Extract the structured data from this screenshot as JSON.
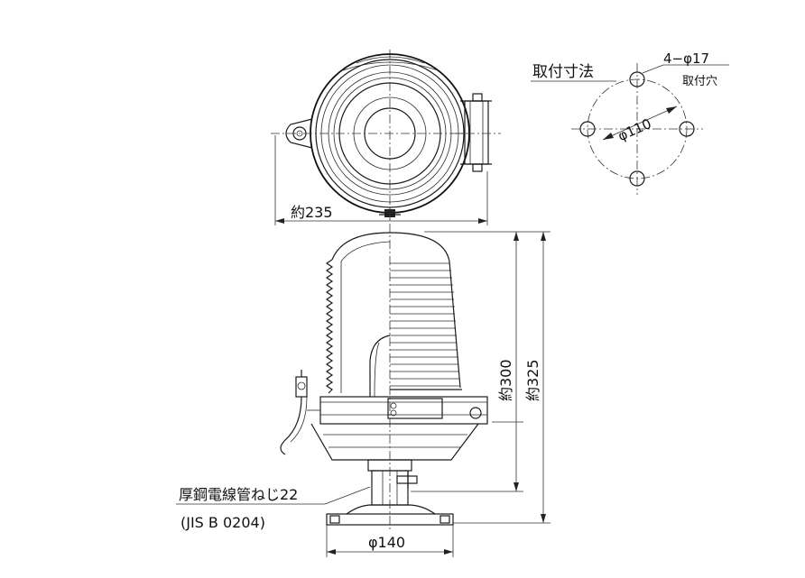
{
  "mounting": {
    "title": "取付寸法",
    "hole_spec": "4−φ17",
    "hole_note": "取付穴",
    "pcd": "φ110"
  },
  "dimensions": {
    "top_width": "約235",
    "height_300": "約300",
    "height_325": "約325",
    "base_diameter": "φ140"
  },
  "notes": {
    "thread": "厚鋼電線管ねじ22",
    "standard": "(JIS B 0204)"
  }
}
